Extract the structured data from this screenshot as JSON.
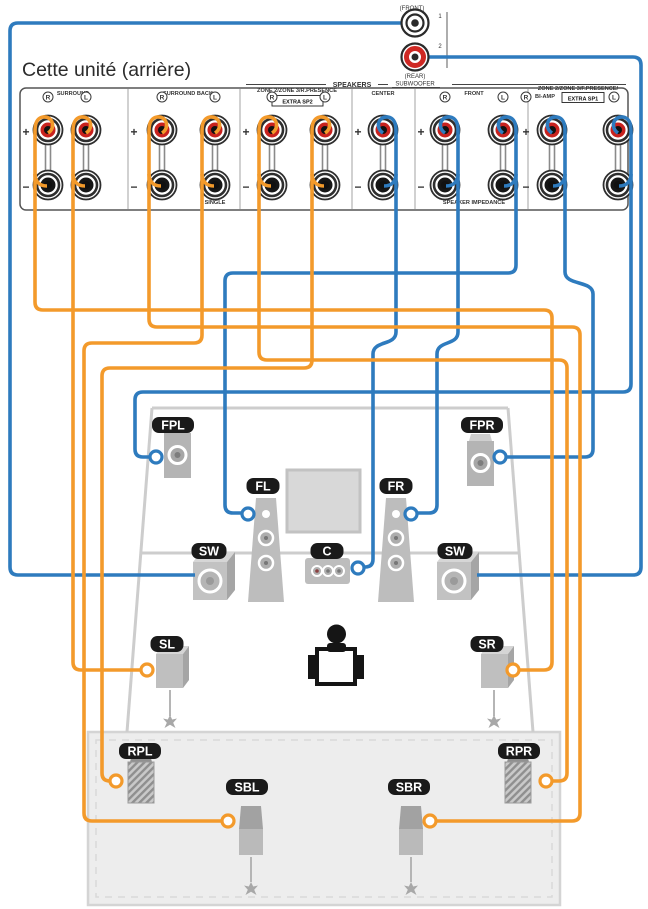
{
  "title": "Cette unité (arrière)",
  "colors": {
    "wire_orange": "#F39A2B",
    "wire_blue": "#2E7BBE",
    "post_red": "#C8221E",
    "label_bg": "#1A1A1A"
  },
  "jacks": {
    "front": "(FRONT)",
    "one": "1",
    "two": "2",
    "rear": "(REAR)",
    "sub": "SUBWOOFER"
  },
  "panel": {
    "header": "SPEAKERS",
    "plus": "+",
    "minus": "−",
    "sections": [
      {
        "name": "SURROUND",
        "r": "R",
        "l": "L"
      },
      {
        "name": "SURROUND BACK",
        "r": "R",
        "l": "L",
        "note": "SINGLE"
      },
      {
        "name": "ZONE 2/ZONE 3/R.PRESENCE",
        "r": "R",
        "l": "L",
        "badge": "EXTRA SP2"
      },
      {
        "name": "CENTER"
      },
      {
        "name": "FRONT",
        "r": "R",
        "l": "L",
        "note": "SPEAKER IMPEDANCE"
      },
      {
        "name": "ZONE 2/ZONE 3/F.PRESENCE/",
        "name2": "BI-AMP",
        "r": "R",
        "l": "L",
        "badge": "EXTRA SP1"
      }
    ]
  },
  "speakers": {
    "fpl": "FPL",
    "fpr": "FPR",
    "fl": "FL",
    "fr": "FR",
    "sw_left": "SW",
    "center": "C",
    "sw_right": "SW",
    "sl": "SL",
    "sr": "SR",
    "rpl": "RPL",
    "rpr": "RPR",
    "sbl": "SBL",
    "sbr": "SBR"
  }
}
